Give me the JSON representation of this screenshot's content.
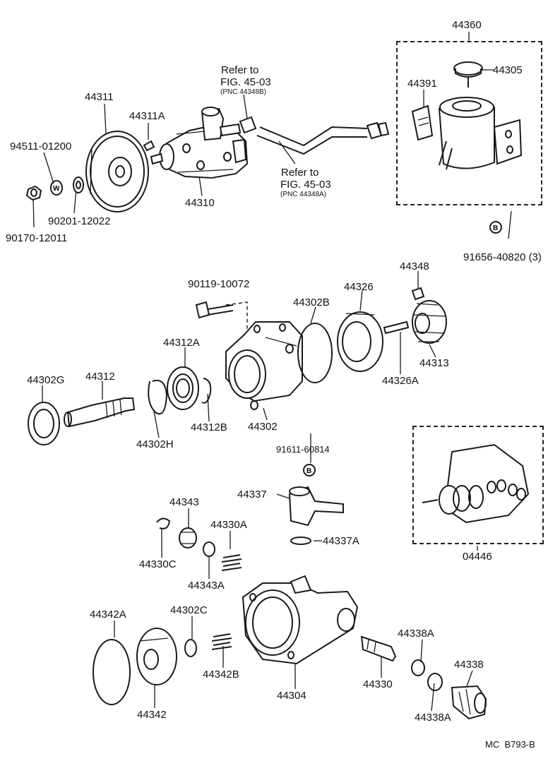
{
  "labels": {
    "l44360": "44360",
    "l44305": "44305",
    "l44391": "44391",
    "l44311": "44311",
    "l44311A": "44311A",
    "l94511": "94511-01200",
    "l90201": "90201-12022",
    "l90170": "90170-12011",
    "l44310": "44310",
    "ref1a": "Refer to",
    "ref1b": "FIG. 45-03",
    "ref1c": "(PNC 44348B)",
    "ref2a": "Refer to",
    "ref2b": "FIG. 45-03",
    "ref2c": "(PNC 44348A)",
    "l91656": "91656-40820 (3)",
    "l90119": "90119-10072",
    "l44348": "44348",
    "l44326": "44326",
    "l44302B": "44302B",
    "l44312A": "44312A",
    "l44302G": "44302G",
    "l44312": "44312",
    "l44313": "44313",
    "l44326A": "44326A",
    "l44312B": "44312B",
    "l44302": "44302",
    "l44302H": "44302H",
    "l91611": "91611-60814",
    "l44337": "44337",
    "l44337A": "44337A",
    "l44343": "44343",
    "l44330A": "44330A",
    "l44330C": "44330C",
    "l44343A": "44343A",
    "l44342A": "44342A",
    "l44302C": "44302C",
    "l44342B": "44342B",
    "l44304": "44304",
    "l44342": "44342",
    "l44338A_1": "44338A",
    "l44338": "44338",
    "l44330": "44330",
    "l44338A_2": "44338A",
    "l04446": "04446",
    "footer": "MC  B793-B"
  },
  "symbols": {
    "washer_letter": "W",
    "bolt_letter_1": "B",
    "bolt_letter_2": "B"
  }
}
